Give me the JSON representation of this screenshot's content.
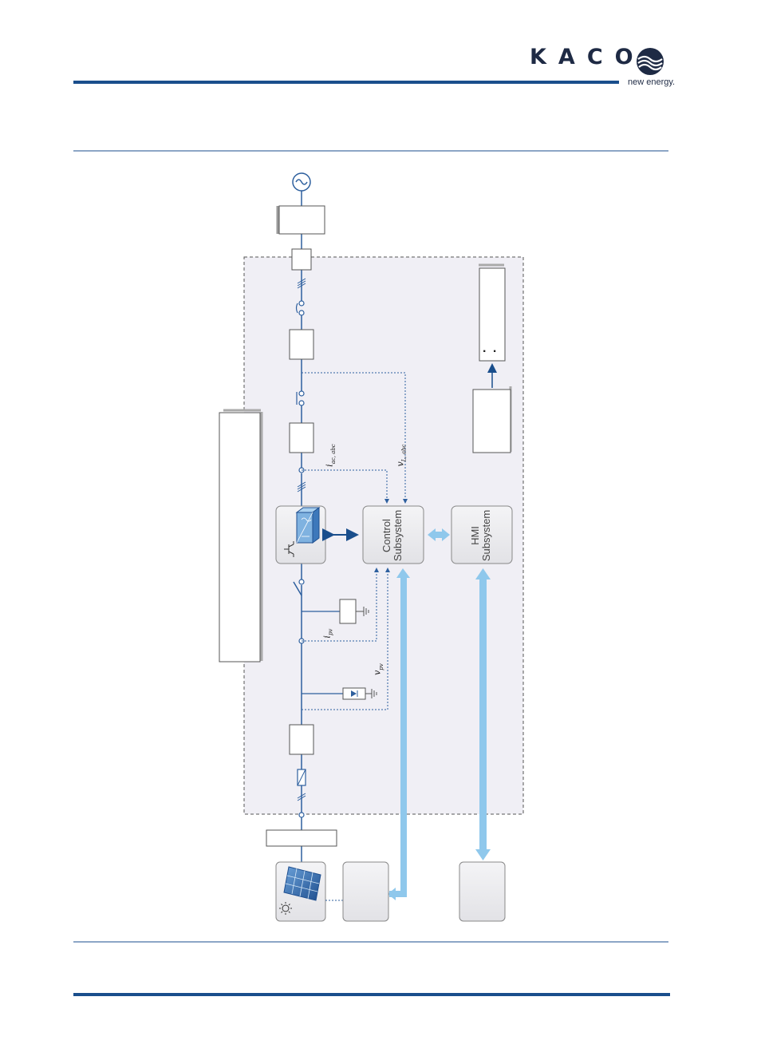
{
  "header": {
    "brand": "KACO",
    "tagline": "new energy.",
    "colors": {
      "brand_blue": "#1a4e8c",
      "light_blue": "#8fc8ec",
      "dark_text": "#1e2a44",
      "panel_bg": "#f0eff5"
    }
  },
  "diagram": {
    "control_label_1": "Control",
    "control_label_2": "Subsystem",
    "hmi_label_1": "HMI",
    "hmi_label_2": "Subsystem",
    "sym_i_ac": "i",
    "sym_i_ac_sub": "ac, abc",
    "sym_v_ac": "v",
    "sym_v_ac_sub": "L, abc",
    "sym_i_pv": "i",
    "sym_i_pv_sub": "pv",
    "sym_v_pv": "v",
    "sym_v_pv_sub": "pv",
    "display_dots": ". ."
  }
}
